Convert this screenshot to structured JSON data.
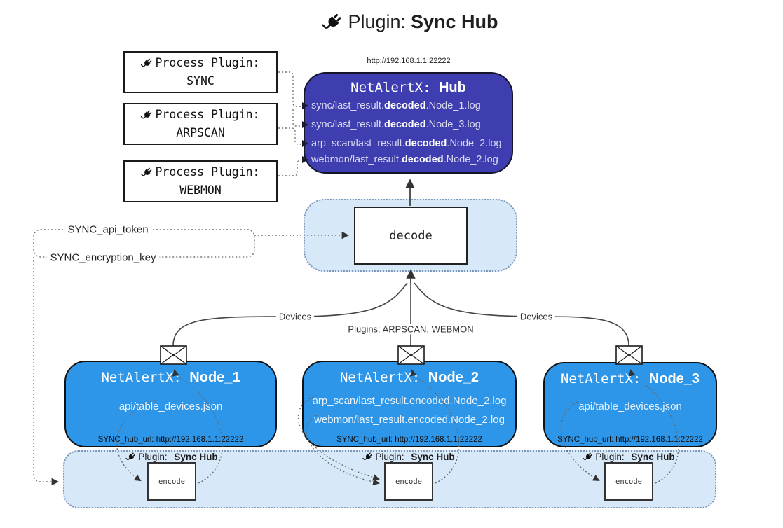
{
  "title": {
    "label": "Plugin:",
    "name": "Sync Hub"
  },
  "hub": {
    "url": "http://192.168.1.1:22222",
    "app": "NetAlertX:",
    "name": "Hub",
    "lines": [
      {
        "pre": "sync/last_result.",
        "bold": "decoded",
        "post": ".Node_1.log"
      },
      {
        "pre": "sync/last_result.",
        "bold": "decoded",
        "post": ".Node_3.log"
      },
      {
        "pre": "arp_scan/last_result.",
        "bold": "decoded",
        "post": ".Node_2.log"
      },
      {
        "pre": "webmon/last_result.",
        "bold": "decoded",
        "post": ".Node_2.log"
      }
    ]
  },
  "process_plugins": [
    {
      "label": "Process Plugin:",
      "name": "SYNC"
    },
    {
      "label": "Process Plugin:",
      "name": "ARPSCAN"
    },
    {
      "label": "Process Plugin:",
      "name": "WEBMON"
    }
  ],
  "settings": {
    "api_token": "SYNC_api_token",
    "encryption_key": "SYNC_encryption_key"
  },
  "decode_label": "decode",
  "edge_labels": {
    "devices_left": "Devices",
    "plugins_mid": "Plugins: ARPSCAN, WEBMON",
    "devices_right": "Devices"
  },
  "nodes": [
    {
      "app": "NetAlertX:",
      "name": "Node_1",
      "files": [
        "api/table_devices.json"
      ],
      "hub_url": "SYNC_hub_url: http://192.168.1.1:22222"
    },
    {
      "app": "NetAlertX:",
      "name": "Node_2",
      "files": [
        "arp_scan/last_result.encoded.Node_2.log",
        "webmon/last_result.encoded.Node_2.log"
      ],
      "hub_url": "SYNC_hub_url: http://192.168.1.1:22222"
    },
    {
      "app": "NetAlertX:",
      "name": "Node_3",
      "files": [
        "api/table_devices.json"
      ],
      "hub_url": "SYNC_hub_url: http://192.168.1.1:22222"
    }
  ],
  "encoders": [
    {
      "label": "Plugin:",
      "name": "Sync Hub",
      "box": "encode"
    },
    {
      "label": "Plugin:",
      "name": "Sync Hub",
      "box": "encode"
    },
    {
      "label": "Plugin:",
      "name": "Sync Hub",
      "box": "encode"
    }
  ],
  "colors": {
    "hub_bg": "#3E3EB0",
    "node_bg": "#2E96E8",
    "container_bg": "#D7E8F9",
    "container_border": "#7C96B5",
    "line": "#444444"
  }
}
